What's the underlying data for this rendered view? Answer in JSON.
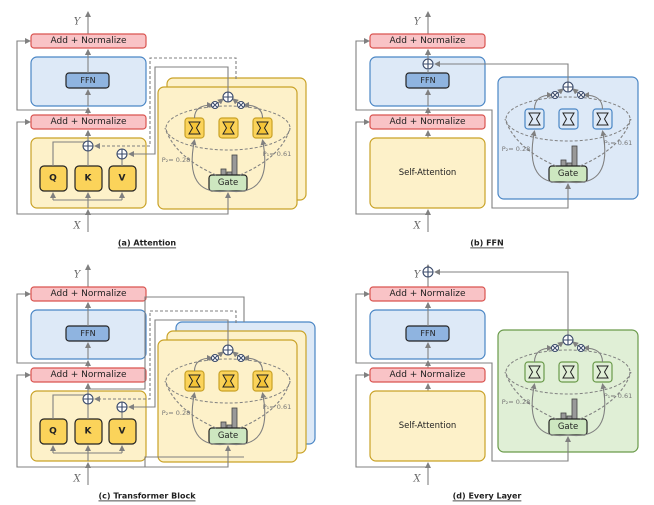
{
  "labels": {
    "add_norm": "Add + Normalize",
    "ffn": "FFN",
    "self_attention": "Self-Attention",
    "q": "Q",
    "k": "K",
    "v": "V",
    "gate": "Gate",
    "p2": "P₂= 0.28",
    "p1": "P₁= 0.61",
    "x": "X",
    "y": "Y"
  },
  "colors": {
    "add_norm_fill": "#f9c3c6",
    "add_norm_stroke": "#d9534f",
    "ffn_fill": "#dde9f7",
    "ffn_stroke": "#4a86c5",
    "ffn_inner": "#8fb4e0",
    "attn_fill": "#fdf1c9",
    "attn_stroke": "#c9a227",
    "qkv_fill": "#fbd35a",
    "gate_fill": "#cde7c0",
    "expert_green_fill": "#e0efd6",
    "expert_green_stroke": "#6a9a4a",
    "line": "#808080"
  },
  "panels": [
    {
      "id": "a",
      "caption": "(a) Attention",
      "variant": "attention",
      "experts": "yellow",
      "stack": [
        "yellow",
        "yellow"
      ]
    },
    {
      "id": "b",
      "caption": "(b) FFN",
      "variant": "ffn",
      "experts": "blue",
      "stack": [
        "blue"
      ]
    },
    {
      "id": "c",
      "caption": "(c) Transformer Block",
      "variant": "attention",
      "experts": "yellow",
      "stack": [
        "blue",
        "yellow",
        "yellow"
      ]
    },
    {
      "id": "d",
      "caption": "(d) Every Layer",
      "variant": "layer",
      "experts": "green",
      "stack": [
        "green"
      ]
    }
  ]
}
